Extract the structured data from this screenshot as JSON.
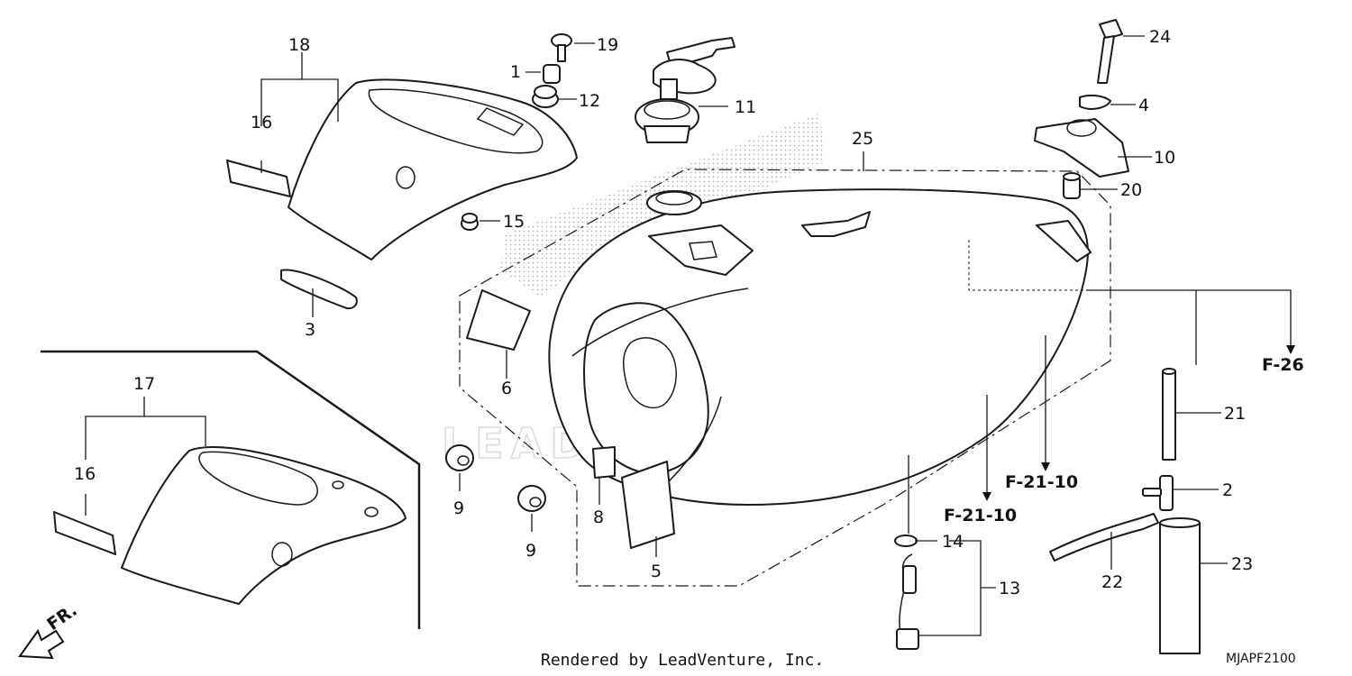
{
  "diagram_code": "MJAPF2100",
  "footer": "Rendered by LeadVenture, Inc.",
  "watermark": "LEADVENTURE",
  "front_marker": "FR.",
  "callouts": {
    "c1": "1",
    "c2": "2",
    "c3": "3",
    "c4": "4",
    "c5": "5",
    "c6": "6",
    "c8": "8",
    "c9a": "9",
    "c9b": "9",
    "c10": "10",
    "c11": "11",
    "c12": "12",
    "c13": "13",
    "c14": "14",
    "c15": "15",
    "c16a": "16",
    "c16b": "16",
    "c17": "17",
    "c18": "18",
    "c19": "19",
    "c20": "20",
    "c21": "21",
    "c22": "22",
    "c23": "23",
    "c24": "24",
    "c25": "25"
  },
  "references": {
    "f26": "F-26",
    "f2110a": "F-21-10",
    "f2110b": "F-21-10"
  }
}
